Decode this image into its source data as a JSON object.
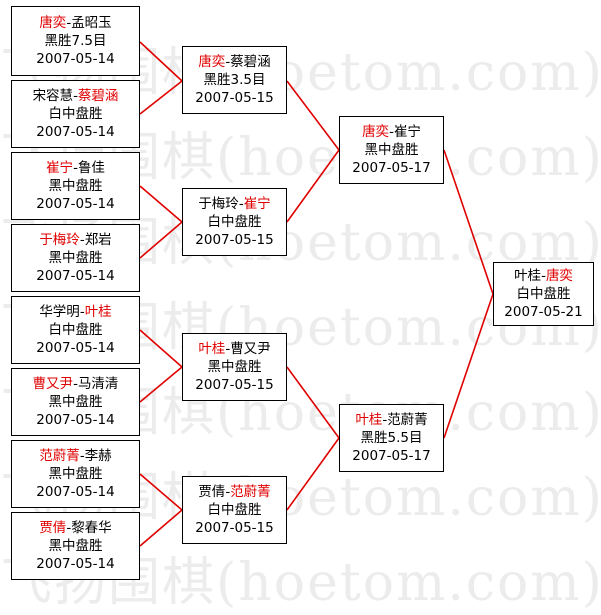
{
  "watermark": "飞扬围棋(hoetom.com)",
  "matches": [
    {
      "id": "r1m1",
      "p1": "唐奕",
      "p2": "孟昭玉",
      "winner": 1,
      "result": "黑胜7.5目",
      "date": "2007-05-14"
    },
    {
      "id": "r1m2",
      "p1": "宋容慧",
      "p2": "蔡碧涵",
      "winner": 2,
      "result": "白中盘胜",
      "date": "2007-05-14"
    },
    {
      "id": "r1m3",
      "p1": "崔宁",
      "p2": "鲁佳",
      "winner": 1,
      "result": "黑中盘胜",
      "date": "2007-05-14"
    },
    {
      "id": "r1m4",
      "p1": "于梅玲",
      "p2": "郑岩",
      "winner": 1,
      "result": "黑中盘胜",
      "date": "2007-05-14"
    },
    {
      "id": "r1m5",
      "p1": "华学明",
      "p2": "叶桂",
      "winner": 2,
      "result": "白中盘胜",
      "date": "2007-05-14"
    },
    {
      "id": "r1m6",
      "p1": "曹又尹",
      "p2": "马清清",
      "winner": 1,
      "result": "黑中盘胜",
      "date": "2007-05-14"
    },
    {
      "id": "r1m7",
      "p1": "范蔚菁",
      "p2": "李赫",
      "winner": 1,
      "result": "黑中盘胜",
      "date": "2007-05-14"
    },
    {
      "id": "r1m8",
      "p1": "贾倩",
      "p2": "黎春华",
      "winner": 1,
      "result": "黑中盘胜",
      "date": "2007-05-14"
    },
    {
      "id": "r2m1",
      "p1": "唐奕",
      "p2": "蔡碧涵",
      "winner": 1,
      "result": "黑胜3.5目",
      "date": "2007-05-15"
    },
    {
      "id": "r2m2",
      "p1": "于梅玲",
      "p2": "崔宁",
      "winner": 2,
      "result": "白中盘胜",
      "date": "2007-05-15"
    },
    {
      "id": "r2m3",
      "p1": "叶桂",
      "p2": "曹又尹",
      "winner": 1,
      "result": "黑中盘胜",
      "date": "2007-05-15"
    },
    {
      "id": "r2m4",
      "p1": "贾倩",
      "p2": "范蔚菁",
      "winner": 2,
      "result": "白中盘胜",
      "date": "2007-05-15"
    },
    {
      "id": "r3m1",
      "p1": "唐奕",
      "p2": "崔宁",
      "winner": 1,
      "result": "黑中盘胜",
      "date": "2007-05-17"
    },
    {
      "id": "r3m2",
      "p1": "叶桂",
      "p2": "范蔚菁",
      "winner": 1,
      "result": "黑胜5.5目",
      "date": "2007-05-17"
    },
    {
      "id": "final",
      "p1": "叶桂",
      "p2": "唐奕",
      "winner": 2,
      "result": "白中盘胜",
      "date": "2007-05-21"
    }
  ]
}
